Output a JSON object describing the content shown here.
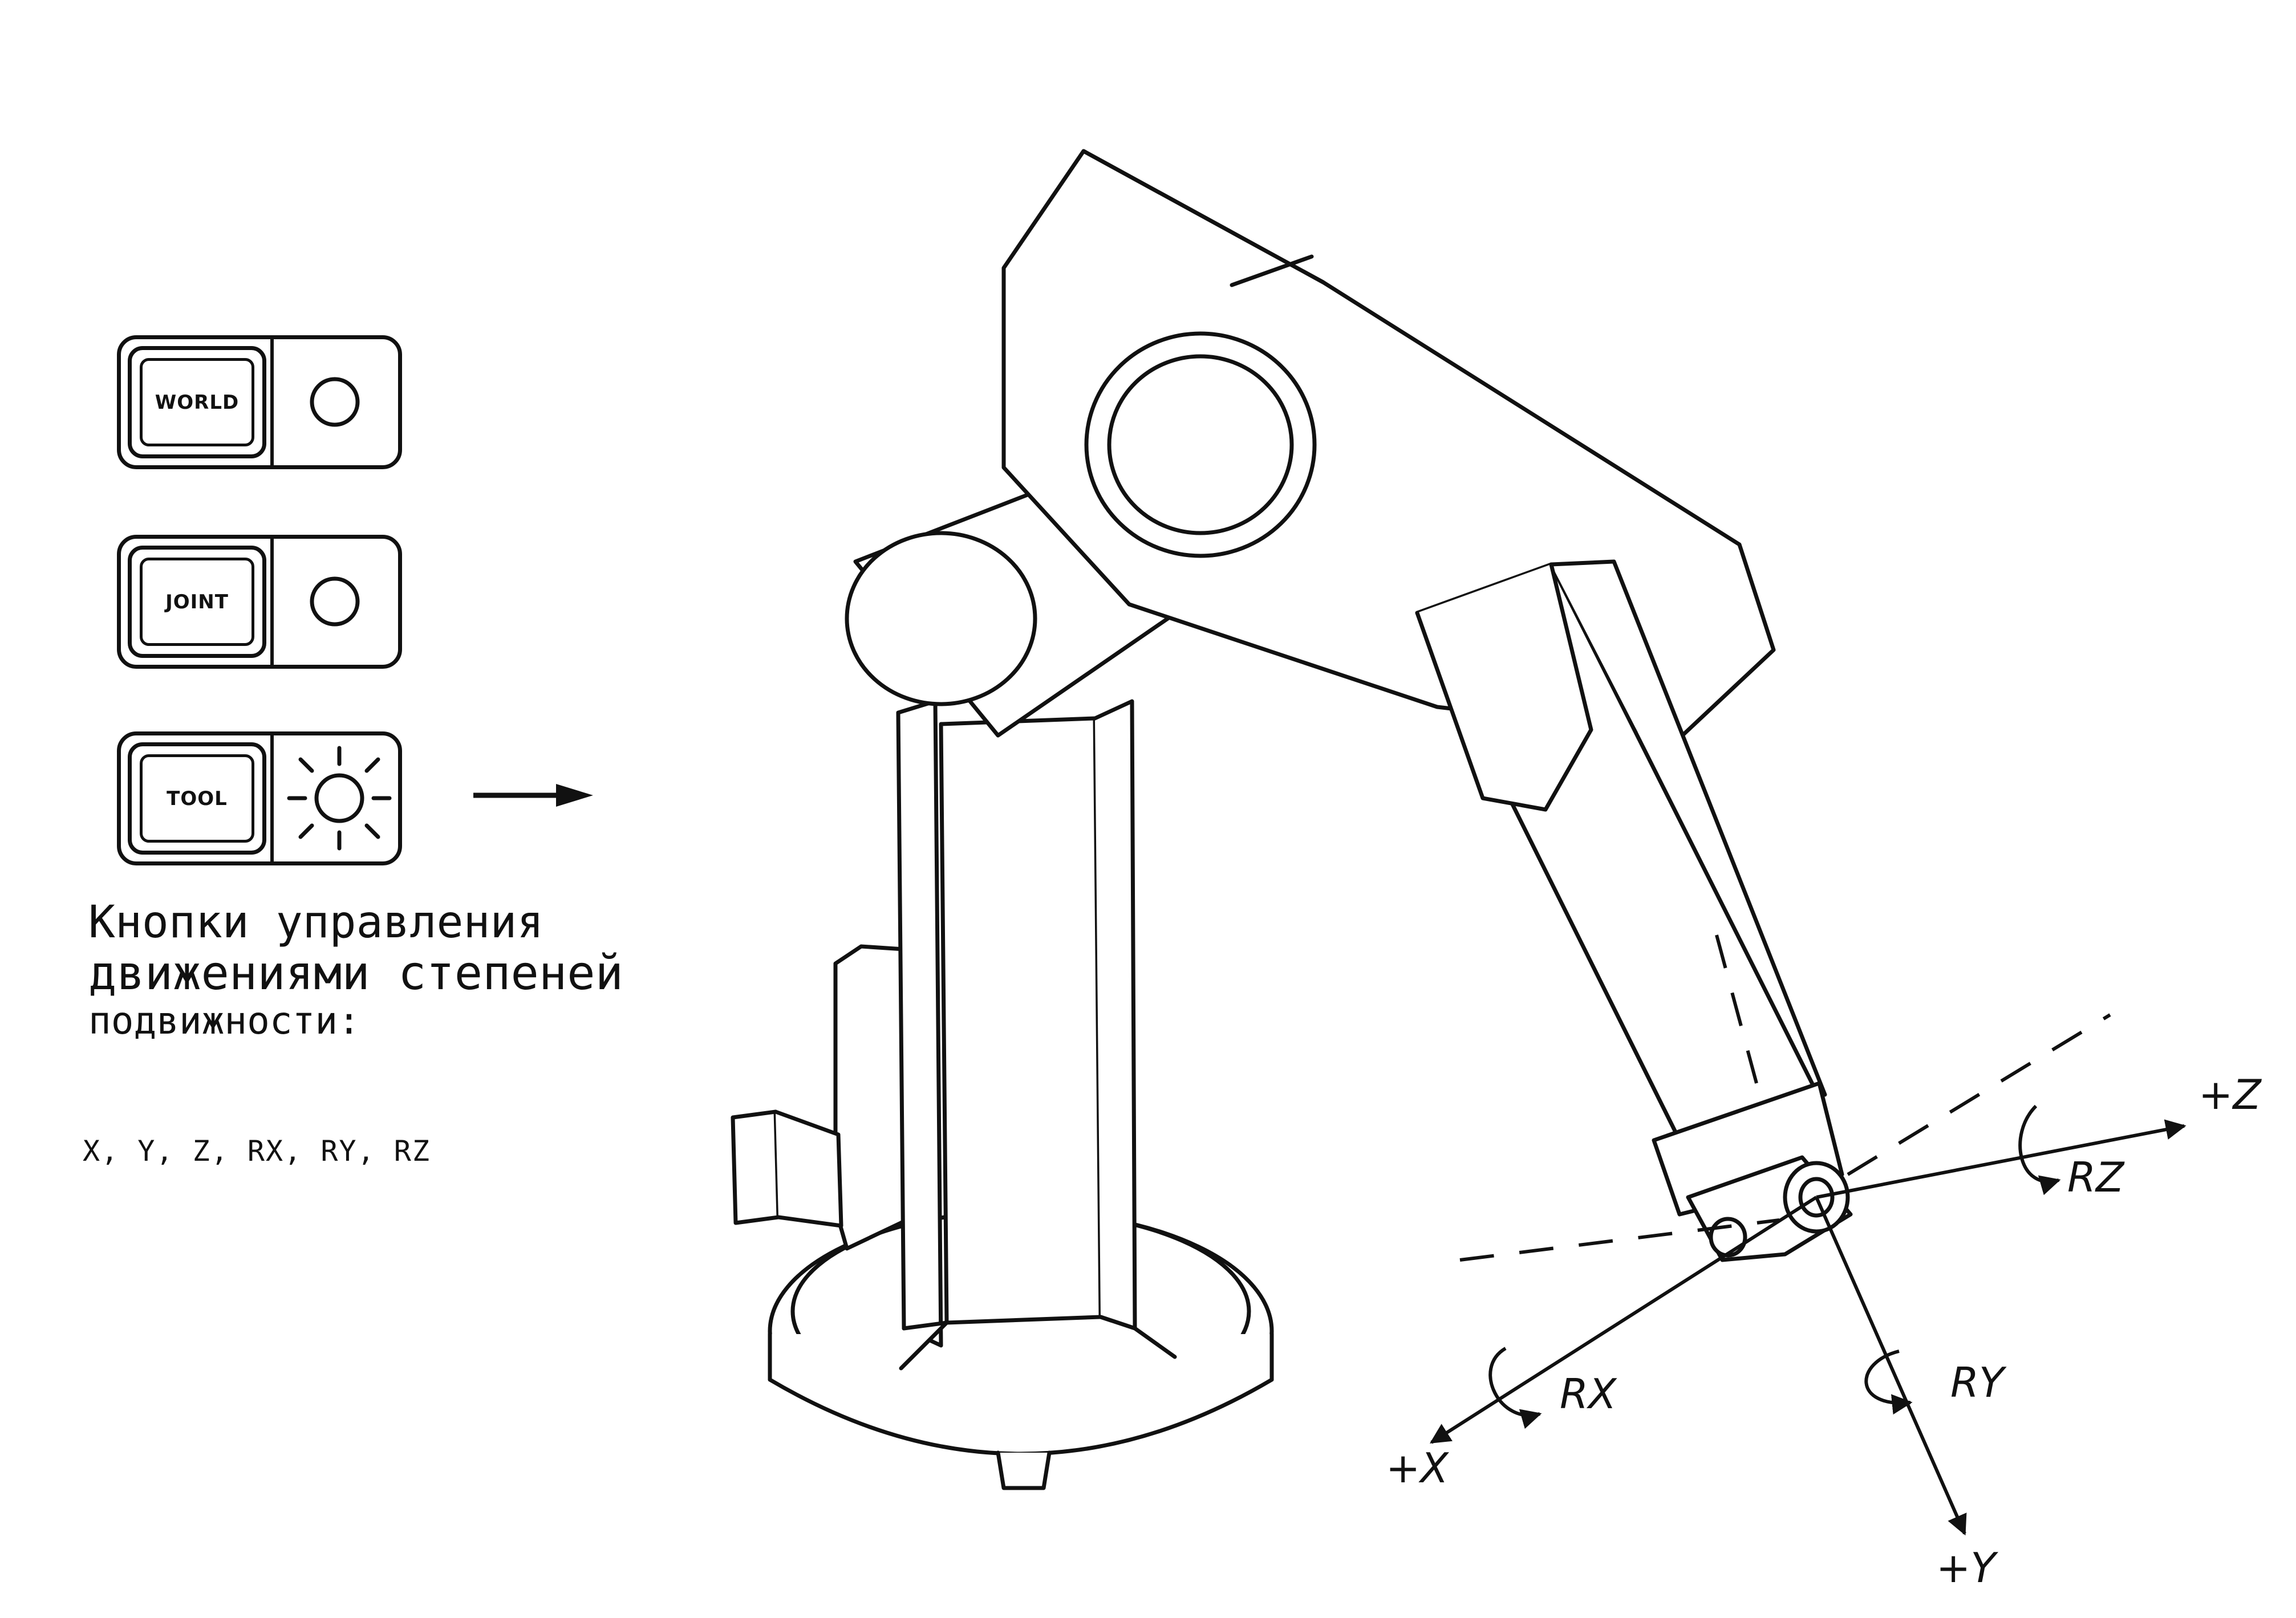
{
  "buttons": [
    {
      "label": "WORLD",
      "lamp": "off"
    },
    {
      "label": "JOINT",
      "lamp": "off"
    },
    {
      "label": "TOOL",
      "lamp": "on"
    }
  ],
  "caption": {
    "line1": "Кнопки управления",
    "line2": "движениями степеней",
    "line3": "подвижности:"
  },
  "dof_list": "X, Y, Z, RX, RY, RZ",
  "axes": {
    "x": "+X",
    "y": "+Y",
    "z": "+Z",
    "rx": "RX",
    "ry": "RY",
    "rz": "RZ"
  }
}
